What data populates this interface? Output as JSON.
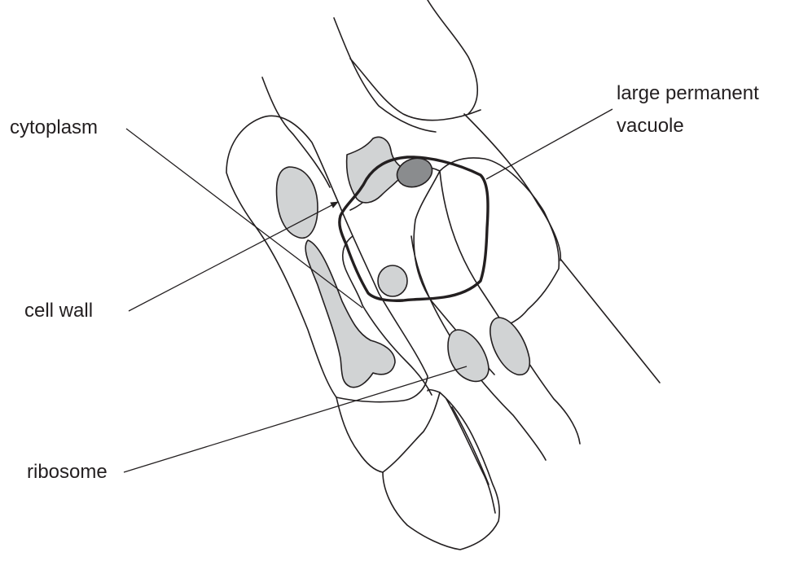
{
  "labels": {
    "cytoplasm": "cytoplasm",
    "cell_wall": "cell wall",
    "ribosome": "ribosome",
    "vacuole_line1": "large permanent",
    "vacuole_line2": "vacuole"
  },
  "colors": {
    "ink": "#231f20",
    "organelle_fill": "#d1d3d4",
    "organelle_dark_fill": "#8a8c8e",
    "background": "#ffffff"
  }
}
